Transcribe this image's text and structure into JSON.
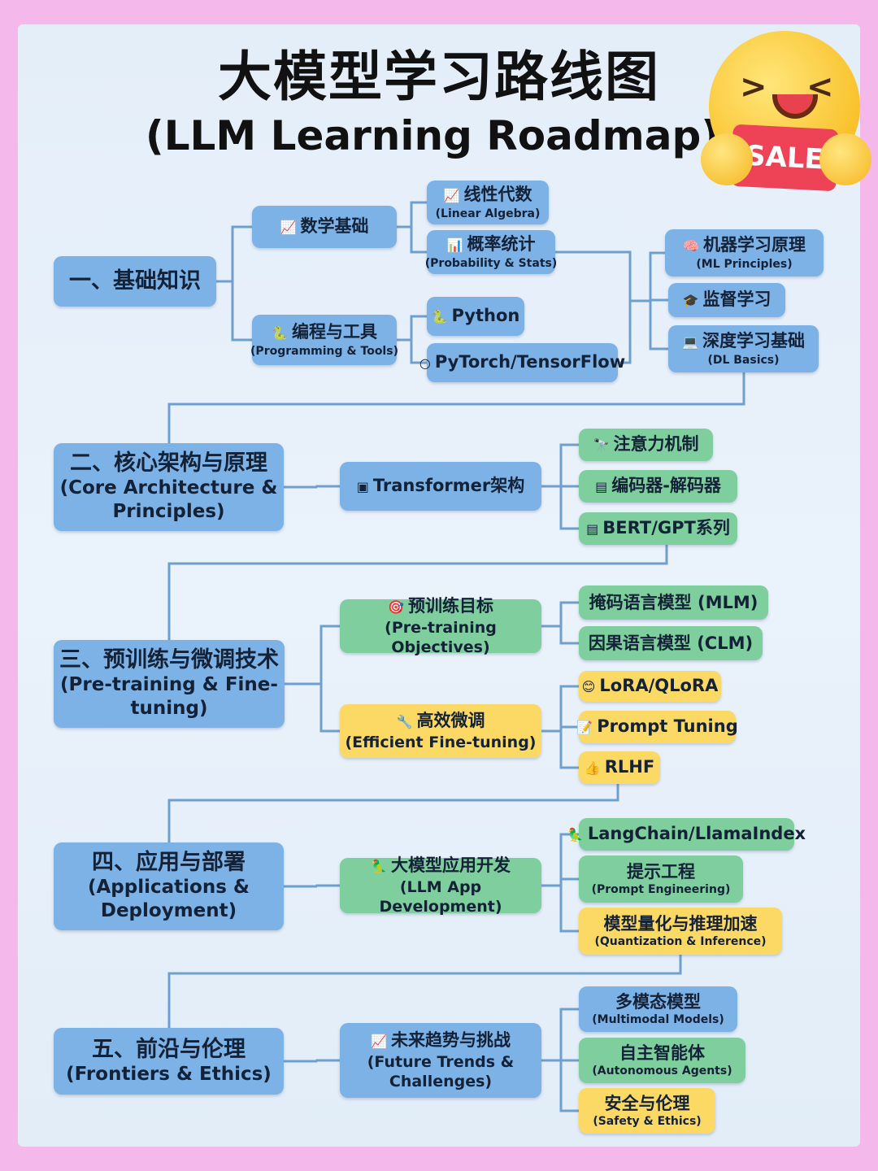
{
  "title": {
    "zh": "大模型学习路线图",
    "en": "(LLM Learning Roadmap)"
  },
  "badge": {
    "text": "SALE",
    "icon": "smiling-face-sale-emoji"
  },
  "colors": {
    "background": "#f5b8ea",
    "panel": "#e6f0fa",
    "blue": "#7db2e6",
    "green": "#7fce9d",
    "yellow": "#fcd964",
    "line": "#6f9fcf"
  },
  "nodes": {
    "n1": {
      "main": "一、基础知识",
      "sub": "",
      "color": "blue"
    },
    "math": {
      "main": "数学基础",
      "sub": "",
      "color": "blue",
      "icon": "📈"
    },
    "prog": {
      "main": "编程与工具",
      "sub": "(Programming & Tools)",
      "color": "blue",
      "icon": "🐍"
    },
    "la": {
      "main": "线性代数",
      "sub": "(Linear Algebra)",
      "color": "blue",
      "icon": "📈"
    },
    "ps": {
      "main": "概率统计",
      "sub": "(Probability & Stats)",
      "color": "blue",
      "icon": "📊"
    },
    "py": {
      "main": "Python",
      "sub": "",
      "color": "blue",
      "icon": "🐍"
    },
    "pt": {
      "main": "PyTorch/TensorFlow",
      "sub": "",
      "color": "blue",
      "icon": "○"
    },
    "ml": {
      "main": "机器学习原理",
      "sub": "(ML Principles)",
      "color": "blue",
      "icon": "🧠"
    },
    "sl": {
      "main": "监督学习",
      "sub": "",
      "color": "blue",
      "icon": "🎓"
    },
    "dl": {
      "main": "深度学习基础",
      "sub": "(DL Basics)",
      "color": "blue",
      "icon": "💻"
    },
    "n2": {
      "main": "二、核心架构与原理",
      "sub": "(Core Architecture & Principles)",
      "color": "blue"
    },
    "tf": {
      "main": "Transformer架构",
      "sub": "",
      "color": "blue",
      "icon": "▣"
    },
    "at": {
      "main": "注意力机制",
      "sub": "",
      "color": "green",
      "icon": "🔭"
    },
    "ed": {
      "main": "编码器-解码器",
      "sub": "",
      "color": "green",
      "icon": "▤"
    },
    "bg": {
      "main": "BERT/GPT系列",
      "sub": "",
      "color": "green",
      "icon": "▤"
    },
    "n3": {
      "main": "三、预训练与微调技术",
      "sub": "(Pre-training & Fine-tuning)",
      "color": "blue"
    },
    "po": {
      "main": "预训练目标",
      "sub": "(Pre-training Objectives)",
      "color": "green",
      "icon": "🎯"
    },
    "ef": {
      "main": "高效微调",
      "sub": "(Efficient Fine-tuning)",
      "color": "yellow",
      "icon": "🔧"
    },
    "mlm": {
      "main": "掩码语言模型 (MLM)",
      "sub": "",
      "color": "green"
    },
    "clm": {
      "main": "因果语言模型 (CLM)",
      "sub": "",
      "color": "green"
    },
    "lora": {
      "main": "LoRA/QLoRA",
      "sub": "",
      "color": "yellow",
      "icon": "😊"
    },
    "pr": {
      "main": "Prompt Tuning",
      "sub": "",
      "color": "yellow",
      "icon": "📝"
    },
    "rl": {
      "main": "RLHF",
      "sub": "",
      "color": "yellow",
      "icon": "👍"
    },
    "n4": {
      "main": "四、应用与部署",
      "sub": "(Applications & Deployment)",
      "color": "blue"
    },
    "app": {
      "main": "大模型应用开发",
      "sub": "(LLM App Development)",
      "color": "green",
      "icon": "🦜"
    },
    "lc": {
      "main": "LangChain/LlamaIndex",
      "sub": "",
      "color": "green",
      "icon": "🦜"
    },
    "pe": {
      "main": "提示工程",
      "sub": "(Prompt Engineering)",
      "color": "green"
    },
    "qi": {
      "main": "模型量化与推理加速",
      "sub": "(Quantization & Inference)",
      "color": "yellow"
    },
    "n5": {
      "main": "五、前沿与伦理",
      "sub": "(Frontiers & Ethics)",
      "color": "blue"
    },
    "ft": {
      "main": "未来趋势与挑战",
      "sub": "(Future Trends & Challenges)",
      "color": "blue",
      "icon": "📈"
    },
    "mm": {
      "main": "多模态模型",
      "sub": "(Multimodal Models)",
      "color": "blue"
    },
    "aa": {
      "main": "自主智能体",
      "sub": "(Autonomous Agents)",
      "color": "green"
    },
    "se": {
      "main": "安全与伦理",
      "sub": "(Safety & Ethics)",
      "color": "yellow"
    }
  }
}
